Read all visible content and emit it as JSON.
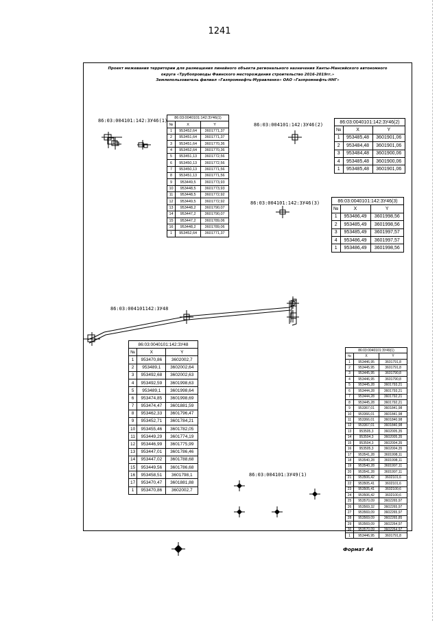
{
  "page_number": "1241",
  "header": {
    "line1": "Проект межевания территории для размещения линейного объекта регионального назначения Ханты-Мансийского автономного",
    "line2": "округа «Трубопроводы Фаинского месторождения строительство 2016-2019гг.»",
    "line3": "Землепользователь филиал «Газпромнефть-Муравленко» ОАО «Газпромнефть-ННГ»"
  },
  "footer": "Формат А4",
  "labels": {
    "p1": "86:03:004101:142:ЗУ46(1)",
    "p2": "86:03:004101:142:ЗУ46(2)",
    "p3": "86:03:004101:142:ЗУ46(3)",
    "p4": "86:03:004101142:ЗУ48",
    "p5": "86:03:004101:ЗУ49(1)"
  },
  "tables": {
    "t1": {
      "title": "86:03:0040101:142:ЗУ46(1)",
      "cols": [
        "№",
        "X",
        "Y"
      ],
      "rows": [
        [
          "1",
          "953452,64",
          "3601771,37"
        ],
        [
          "2",
          "953451,64",
          "3601771,37"
        ],
        [
          "3",
          "953451,64",
          "3601770,36"
        ],
        [
          "4",
          "953452,64",
          "3601770,36"
        ],
        [
          "5",
          "953451,13",
          "3601772,56"
        ],
        [
          "6",
          "953450,13",
          "3601772,56"
        ],
        [
          "7",
          "953450,13",
          "3601771,56"
        ],
        [
          "8",
          "953451,13",
          "3601771,56"
        ],
        [
          "9",
          "953449,5",
          "3601773,93"
        ],
        [
          "10",
          "953448,5",
          "3601773,93"
        ],
        [
          "11",
          "953448,5",
          "3601772,92"
        ],
        [
          "12",
          "953449,5",
          "3601772,92"
        ],
        [
          "13",
          "953448,2",
          "3601790,07"
        ],
        [
          "14",
          "953447,2",
          "3601790,07"
        ],
        [
          "15",
          "953447,2",
          "3601789,06"
        ],
        [
          "16",
          "953448,2",
          "3601789,06"
        ],
        [
          "1",
          "953452,64",
          "3601771,37"
        ]
      ]
    },
    "t2": {
      "title": "86:03:0040101:142:ЗУ46(2)",
      "cols": [
        "№",
        "X",
        "Y"
      ],
      "rows": [
        [
          "1",
          "953485,48",
          "3601901,06"
        ],
        [
          "2",
          "953484,48",
          "3601901,06"
        ],
        [
          "3",
          "953484,48",
          "3601900,06"
        ],
        [
          "4",
          "953485,48",
          "3601900,06"
        ],
        [
          "1",
          "953485,48",
          "3601901,06"
        ]
      ]
    },
    "t3": {
      "title": "86:03:0040101:142:ЗУ46(3)",
      "cols": [
        "№",
        "X",
        "Y"
      ],
      "rows": [
        [
          "1",
          "953486,49",
          "3601998,56"
        ],
        [
          "2",
          "953485,49",
          "3601998,56"
        ],
        [
          "3",
          "953485,49",
          "3601997,57"
        ],
        [
          "4",
          "953486,49",
          "3601997,57"
        ],
        [
          "1",
          "953486,49",
          "3601998,56"
        ]
      ]
    },
    "t4": {
      "title": "86:03:0040101:142:ЗУ48",
      "cols": [
        "№",
        "X",
        "Y"
      ],
      "rows": [
        [
          "1",
          "953470,86",
          "3602002,7"
        ],
        [
          "2",
          "953489,1",
          "3602002,64"
        ],
        [
          "3",
          "953492,68",
          "3602002,63"
        ],
        [
          "4",
          "953492,59",
          "3601998,63"
        ],
        [
          "5",
          "953489,1",
          "3601998,64"
        ],
        [
          "6",
          "953474,85",
          "3601998,69"
        ],
        [
          "7",
          "953474,47",
          "3601881,59"
        ],
        [
          "8",
          "953462,33",
          "3601796,47"
        ],
        [
          "9",
          "953452,71",
          "3601784,21"
        ],
        [
          "10",
          "953455,46",
          "3601782,05"
        ],
        [
          "11",
          "953449,29",
          "3601774,19"
        ],
        [
          "12",
          "953446,99",
          "3601775,99"
        ],
        [
          "13",
          "953447,01",
          "3601786,46"
        ],
        [
          "14",
          "953447,02",
          "3601788,68"
        ],
        [
          "15",
          "953449,56",
          "3601786,68"
        ],
        [
          "16",
          "953458,51",
          "3601798,1"
        ],
        [
          "17",
          "953470,47",
          "3601881,88"
        ],
        [
          "1",
          "953470,86",
          "3602002,7"
        ]
      ]
    },
    "t5": {
      "title": "86:03:0040101:ЗУ49(1)",
      "cols": [
        "№",
        "X",
        "Y"
      ],
      "rows": [
        [
          "1",
          "953446,95",
          "3601791,8"
        ],
        [
          "2",
          "953445,95",
          "3601791,8"
        ],
        [
          "3",
          "953445,95",
          "3601790,8"
        ],
        [
          "4",
          "953446,95",
          "3601790,8"
        ],
        [
          "5",
          "953445,28",
          "3601793,21"
        ],
        [
          "6",
          "953444,28",
          "3601793,21"
        ],
        [
          "7",
          "953444,28",
          "3601792,21"
        ],
        [
          "8",
          "953445,28",
          "3601792,21"
        ],
        [
          "9",
          "953367,01",
          "3601841,98"
        ],
        [
          "10",
          "953366,01",
          "3601841,98"
        ],
        [
          "11",
          "953366,01",
          "3601840,98"
        ],
        [
          "12",
          "953367,01",
          "3601840,98"
        ],
        [
          "13",
          "953505,3",
          "3602005,35"
        ],
        [
          "14",
          "953504,3",
          "3602005,35"
        ],
        [
          "15",
          "953504,3",
          "3602004,35"
        ],
        [
          "16",
          "953505,3",
          "3602004,35"
        ],
        [
          "17",
          "953541,28",
          "3601998,11"
        ],
        [
          "18",
          "953540,28",
          "3601998,11"
        ],
        [
          "19",
          "953540,28",
          "3601997,11"
        ],
        [
          "20",
          "953541,28",
          "3601997,11"
        ],
        [
          "21",
          "953506,42",
          "3602101,6"
        ],
        [
          "22",
          "953505,41",
          "3602101,6"
        ],
        [
          "23",
          "953505,41",
          "3602100,6"
        ],
        [
          "24",
          "953506,42",
          "3602100,6"
        ],
        [
          "25",
          "953570,09",
          "3602265,97"
        ],
        [
          "26",
          "953569,32",
          "3602265,97"
        ],
        [
          "27",
          "953569,09",
          "3602265,97"
        ],
        [
          "28",
          "953569,09",
          "3602265,85"
        ],
        [
          "29",
          "953569,09",
          "3602264,97"
        ],
        [
          "30",
          "953570,09",
          "3602264,97"
        ],
        [
          "1",
          "953446,95",
          "3601791,8"
        ]
      ]
    }
  }
}
